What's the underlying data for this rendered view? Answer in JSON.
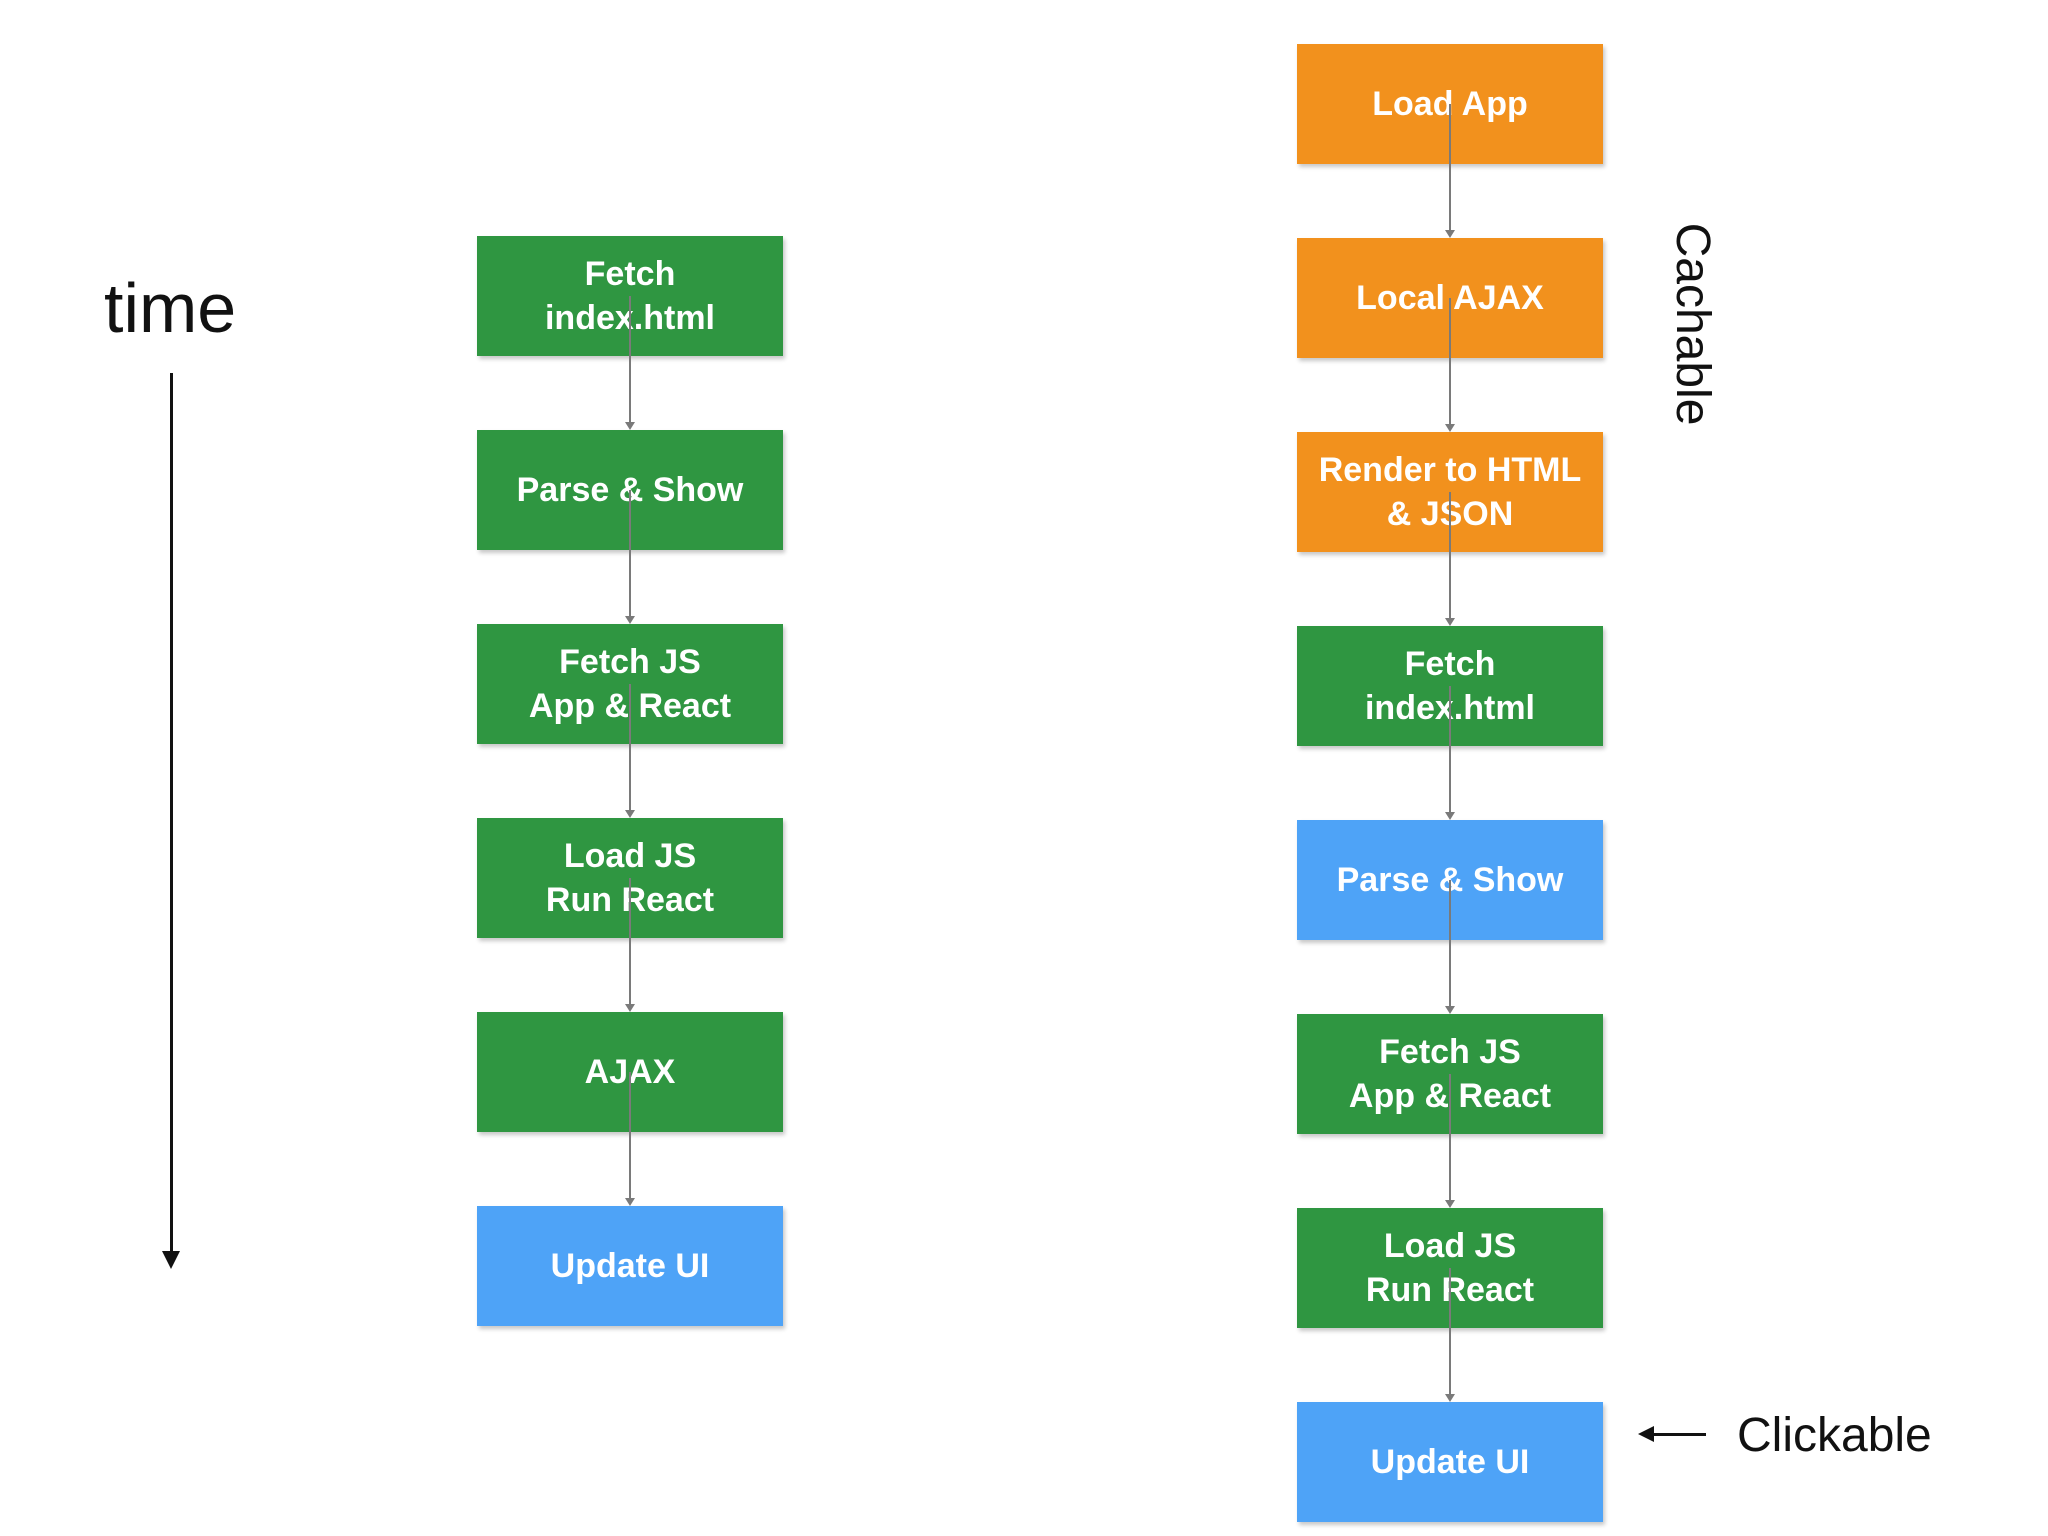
{
  "colors": {
    "green": "#2f9641",
    "orange": "#f2911d",
    "blue": "#4ea3f7",
    "connector": "#7a7a7a",
    "text_dark": "#111111"
  },
  "labels": {
    "time": "time",
    "cachable": "Cachable",
    "clickable": "Clickable"
  },
  "flows": [
    {
      "id": "left-flow",
      "steps": [
        {
          "lines": [
            "Fetch",
            "index.html"
          ],
          "color": "green"
        },
        {
          "lines": [
            "Parse & Show"
          ],
          "color": "green"
        },
        {
          "lines": [
            "Fetch JS",
            "App & React"
          ],
          "color": "green"
        },
        {
          "lines": [
            "Load JS",
            "Run React"
          ],
          "color": "green"
        },
        {
          "lines": [
            "AJAX"
          ],
          "color": "green"
        },
        {
          "lines": [
            "Update UI"
          ],
          "color": "blue"
        }
      ]
    },
    {
      "id": "right-flow",
      "steps": [
        {
          "lines": [
            "Load App"
          ],
          "color": "orange"
        },
        {
          "lines": [
            "Local AJAX"
          ],
          "color": "orange"
        },
        {
          "lines": [
            "Render to HTML",
            "& JSON"
          ],
          "color": "orange"
        },
        {
          "lines": [
            "Fetch",
            "index.html"
          ],
          "color": "green"
        },
        {
          "lines": [
            "Parse & Show"
          ],
          "color": "blue"
        },
        {
          "lines": [
            "Fetch JS",
            "App & React"
          ],
          "color": "green"
        },
        {
          "lines": [
            "Load JS",
            "Run React"
          ],
          "color": "green"
        },
        {
          "lines": [
            "Update UI"
          ],
          "color": "blue"
        }
      ]
    }
  ]
}
